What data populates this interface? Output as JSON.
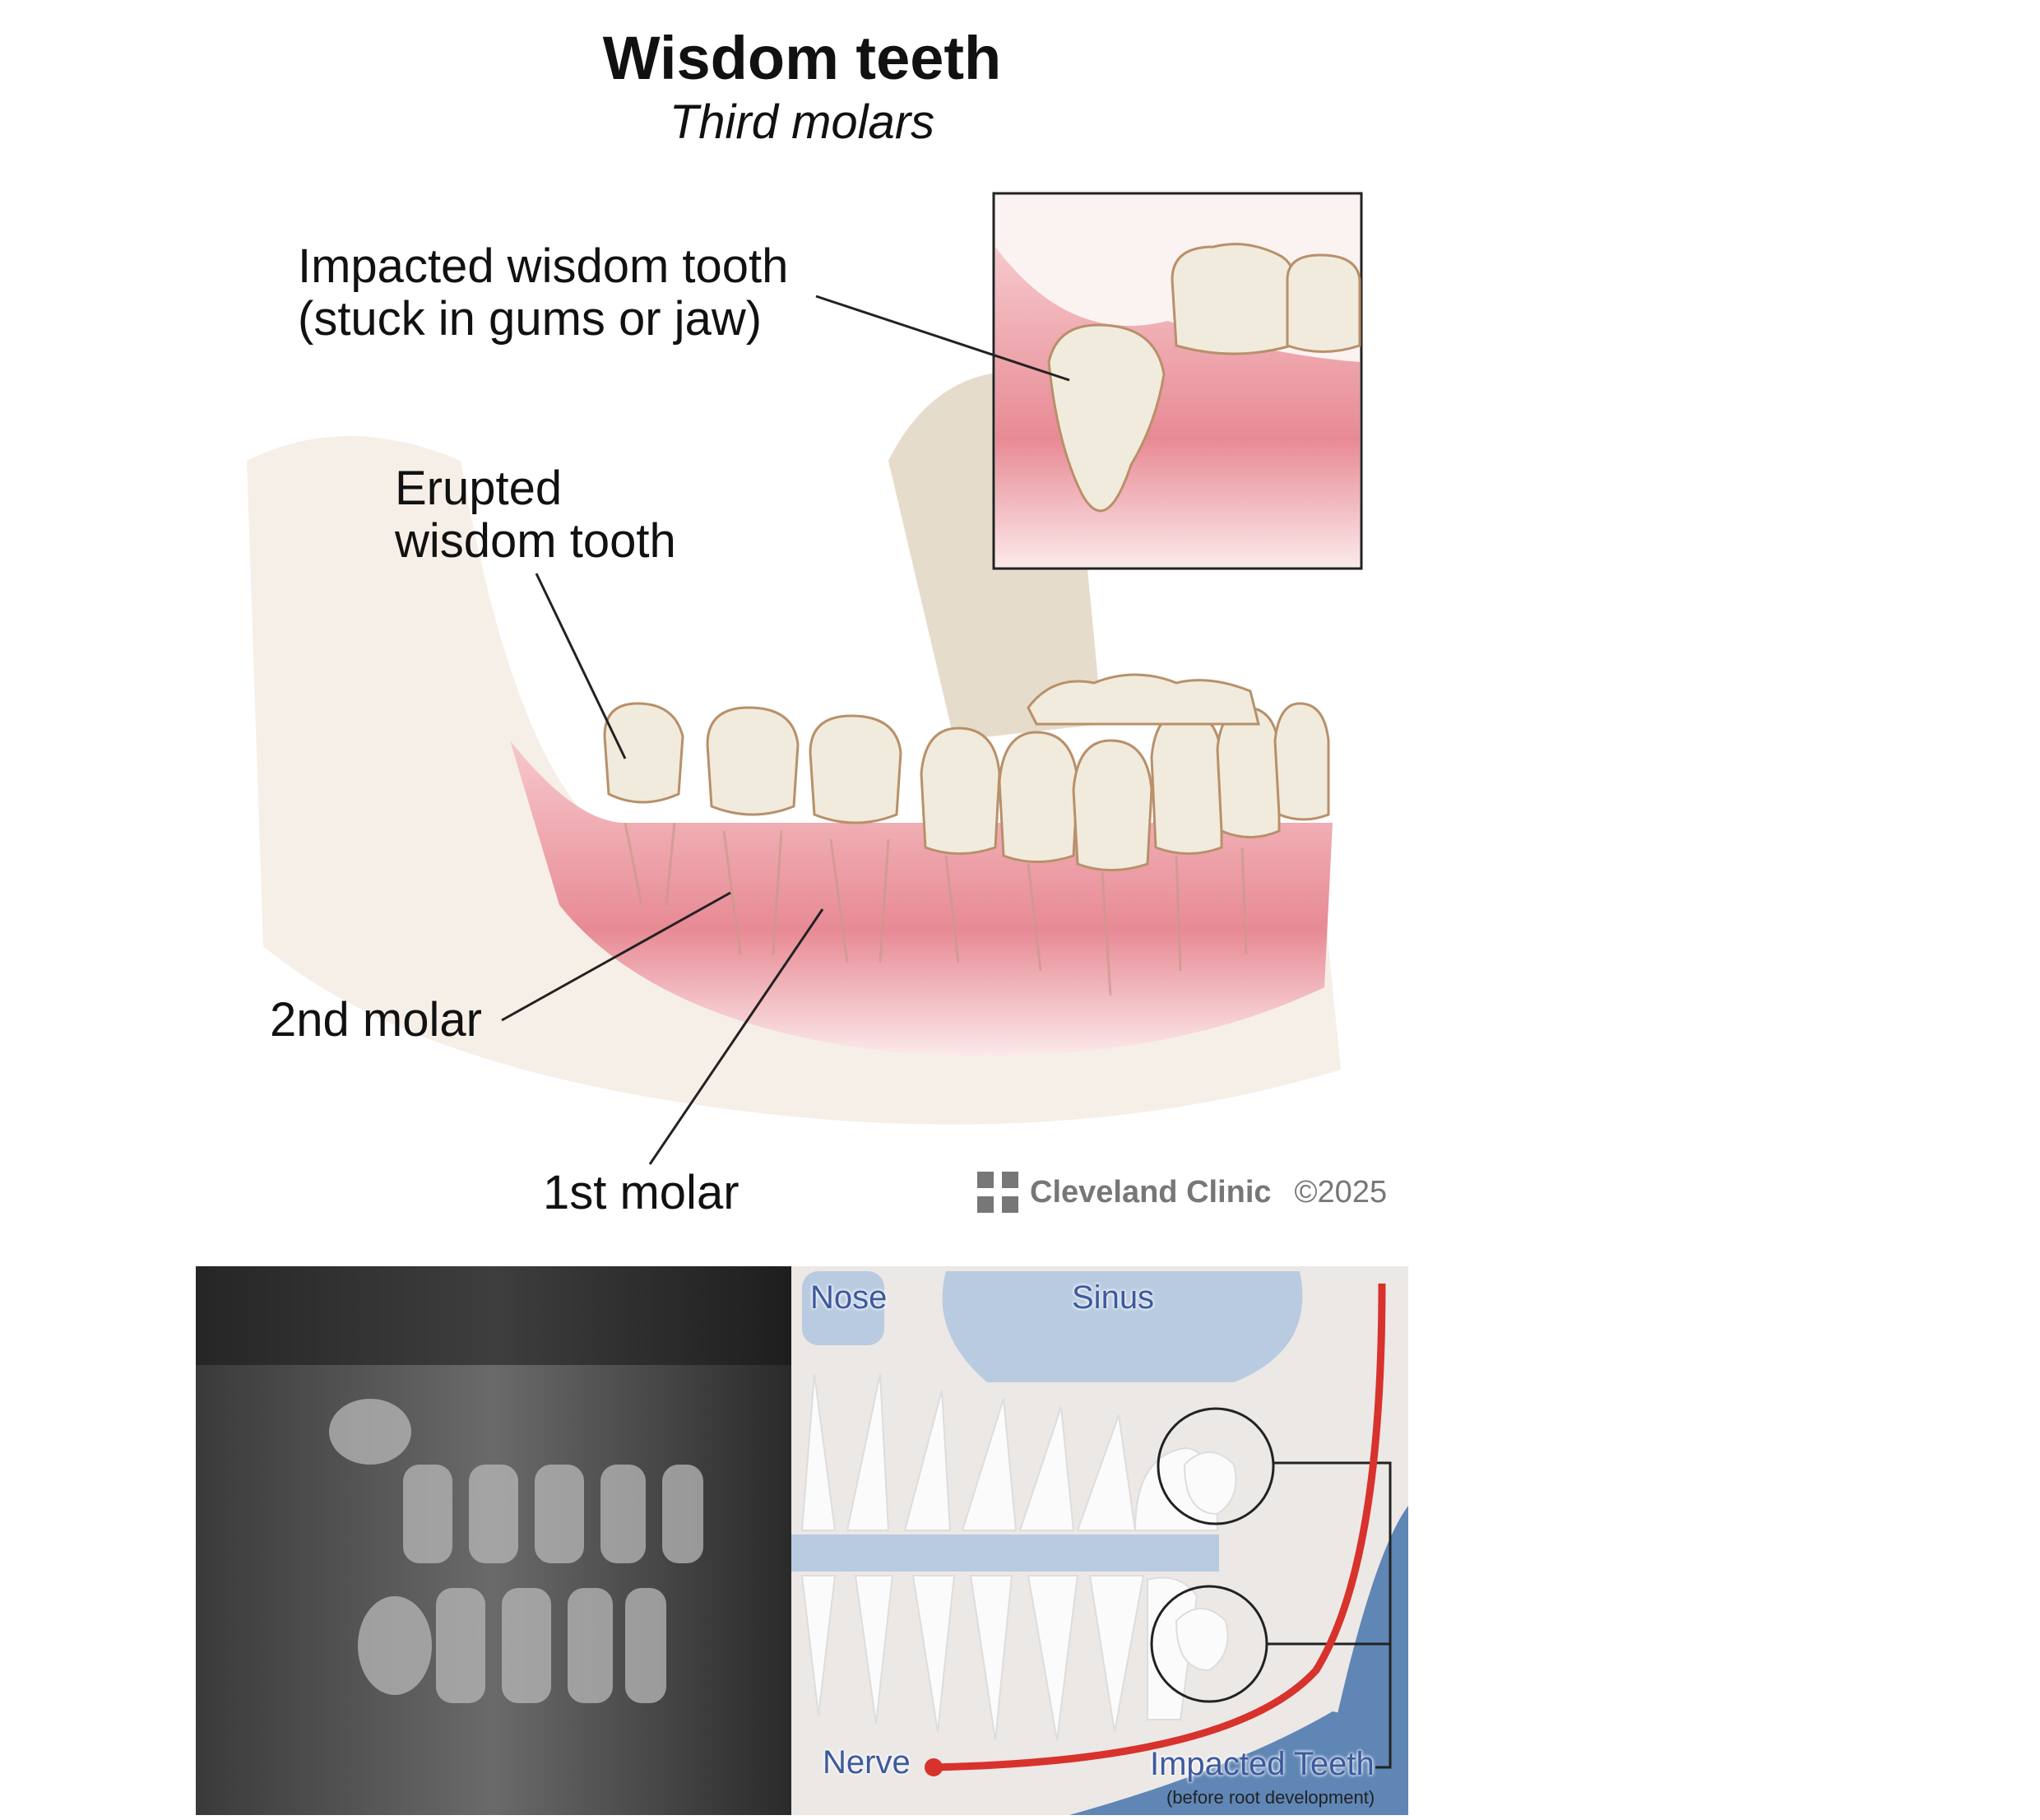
{
  "title": "Wisdom teeth",
  "subtitle": "Third molars",
  "labels": {
    "impacted": [
      "Impacted wisdom tooth",
      "(stuck in gums or jaw)"
    ],
    "erupted": [
      "Erupted",
      "wisdom tooth"
    ],
    "second_molar": "2nd molar",
    "first_molar": "1st molar"
  },
  "credit": {
    "brand": "Cleveland Clinic",
    "copyright": "©2025"
  },
  "diagram": {
    "nose": "Nose",
    "sinus": "Sinus",
    "nerve": "Nerve",
    "impacted_teeth": "Impacted Teeth",
    "impacted_note": "(before root development)"
  },
  "colors": {
    "gum": "#e88a95",
    "tooth": "#f1ebdd",
    "bone": "#e9dfcf",
    "nerve": "#d8322c",
    "diagram_blue": "#5f86b5"
  }
}
